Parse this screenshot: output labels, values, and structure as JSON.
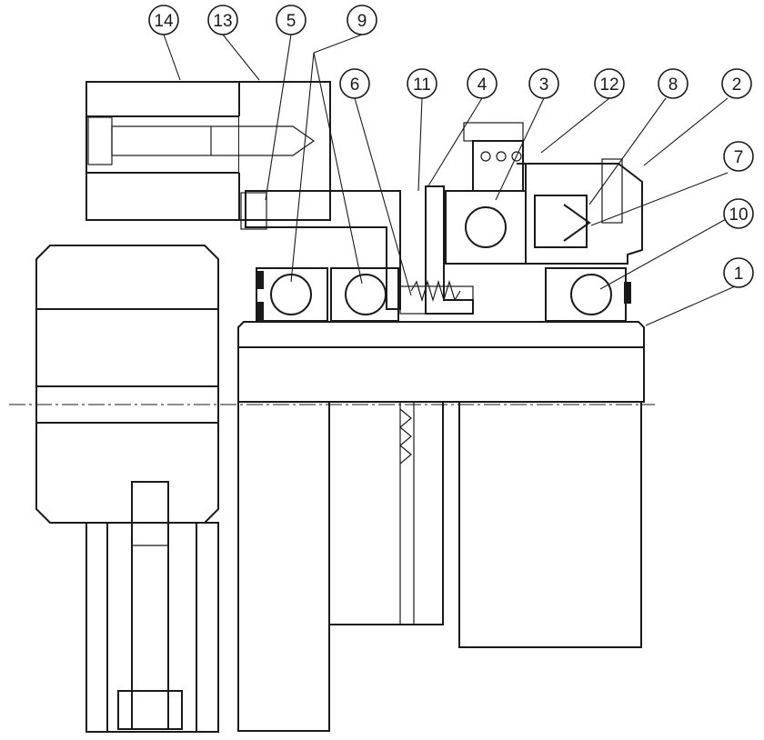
{
  "drawing": {
    "colors": {
      "line": "#1a1a1a",
      "paper": "#ffffff"
    },
    "balloons": [
      {
        "label": "14"
      },
      {
        "label": "13"
      },
      {
        "label": "5"
      },
      {
        "label": "9"
      },
      {
        "label": "6"
      },
      {
        "label": "11"
      },
      {
        "label": "4"
      },
      {
        "label": "3"
      },
      {
        "label": "12"
      },
      {
        "label": "8"
      },
      {
        "label": "2"
      },
      {
        "label": "7"
      },
      {
        "label": "10"
      },
      {
        "label": "1"
      }
    ]
  }
}
